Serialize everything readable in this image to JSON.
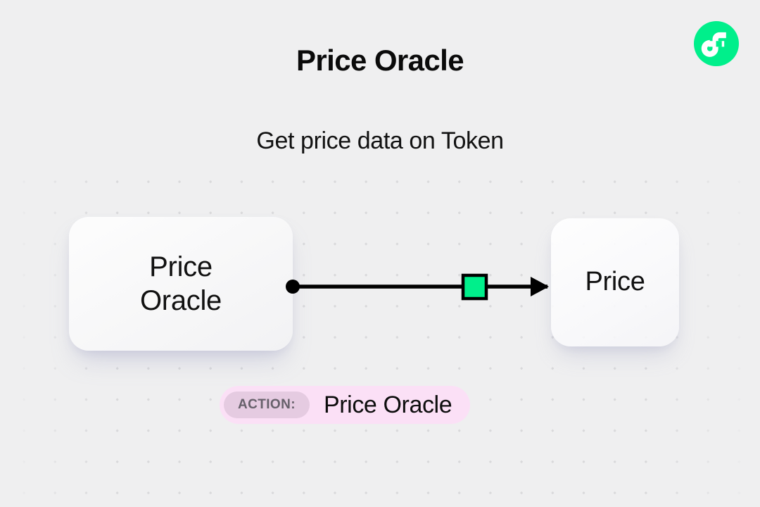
{
  "header": {
    "title": "Price Oracle",
    "subtitle": "Get price data on Token",
    "logo_icon": "flow-logo-icon"
  },
  "diagram": {
    "source_node": {
      "label_line1": "Price",
      "label_line2": "Oracle"
    },
    "target_node": {
      "label": "Price"
    },
    "connector": {
      "start_dot_icon": "connection-dot-icon",
      "midpoint_icon": "green-square-node-icon",
      "arrow_icon": "arrow-head-icon"
    }
  },
  "action_bar": {
    "label": "ACTION:",
    "value": "Price Oracle"
  },
  "colors": {
    "background": "#efeff0",
    "flow_green": "#00ef8b",
    "accent_square": "#00ef8b",
    "pill_background": "#fbe0f6",
    "pill_label_background": "#e5cbe1",
    "connector": "#000000",
    "dot_grid": "#d9d9db"
  }
}
